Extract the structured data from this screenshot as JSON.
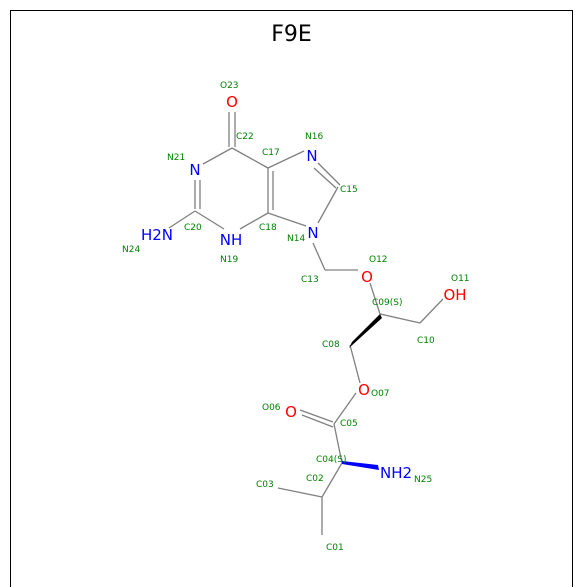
{
  "title": "F9E",
  "colors": {
    "carbon_bond": "#808080",
    "nitrogen": "#0000ff",
    "oxygen": "#ff0000",
    "label": "#008000"
  },
  "atoms": {
    "O23": {
      "symbol": "O",
      "label": "O23"
    },
    "C22": {
      "label": "C22"
    },
    "N21": {
      "symbol": "N",
      "label": "N21"
    },
    "C20": {
      "label": "C20"
    },
    "N24": {
      "symbol": "H2N",
      "label": "N24"
    },
    "N19": {
      "symbol": "NH",
      "label": "N19"
    },
    "C18": {
      "label": "C18"
    },
    "C17": {
      "label": "C17"
    },
    "N16": {
      "symbol": "N",
      "label": "N16"
    },
    "C15": {
      "label": "C15"
    },
    "N14": {
      "symbol": "N",
      "label": "N14"
    },
    "C13": {
      "label": "C13"
    },
    "O12": {
      "symbol": "O",
      "label": "O12"
    },
    "C09": {
      "label": "C09(S)"
    },
    "C10": {
      "label": "C10"
    },
    "O11": {
      "symbol": "OH",
      "label": "O11"
    },
    "C08": {
      "label": "C08"
    },
    "O07": {
      "symbol": "O",
      "label": "O07"
    },
    "C05": {
      "label": "C05"
    },
    "O06": {
      "symbol": "O",
      "label": "O06"
    },
    "C04": {
      "label": "C04(S)"
    },
    "N25": {
      "symbol": "NH2",
      "label": "N25"
    },
    "C02": {
      "label": "C02"
    },
    "C03": {
      "label": "C03"
    },
    "C01": {
      "label": "C01"
    }
  }
}
